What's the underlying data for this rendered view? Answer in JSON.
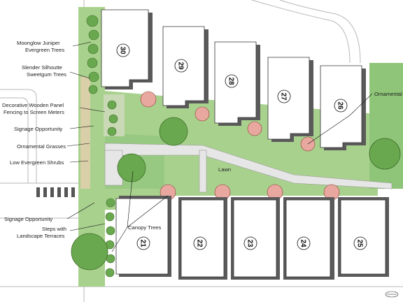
{
  "units": [
    {
      "id": "unit-30",
      "number": "30"
    },
    {
      "id": "unit-29",
      "number": "29"
    },
    {
      "id": "unit-28",
      "number": "28"
    },
    {
      "id": "unit-27",
      "number": "27"
    },
    {
      "id": "unit-26",
      "number": "26"
    },
    {
      "id": "unit-21",
      "number": "21"
    },
    {
      "id": "unit-22",
      "number": "22"
    },
    {
      "id": "unit-23",
      "number": "23"
    },
    {
      "id": "unit-24",
      "number": "24"
    },
    {
      "id": "unit-25",
      "number": "25"
    }
  ],
  "labels": {
    "moonglow_1": "Moonglow Juniper",
    "moonglow_2": "Evergreen Trees",
    "sweetgum_1": "Slender Silhoutte",
    "sweetgum_2": "Sweetgum Trees",
    "fence_1": "Decorative Wooden Panel",
    "fence_2": "Fencing to Screen Meters",
    "signage_top": "Signage Opportunity",
    "grasses": "Ornamental Grasses",
    "shrubs": "Low  Evergreen Shrubs",
    "signage_bottom": "Signage Opportunity",
    "steps_1": "Steps with",
    "steps_2": "Landscape Terraces",
    "canopy": "Canopy Trees",
    "ornamental_right": "Ornamental",
    "lawn": "Lawn"
  },
  "colors": {
    "lawn": "#a9d18e",
    "lawn_dark": "#7fb565",
    "tree": "#6aa84f",
    "tree_dark": "#4e8a3a",
    "flower_tree": "#e8a8a0",
    "building": "#ffffff",
    "building_shadow": "#5a5a5a",
    "path": "#e6e6e6",
    "street": "#f4f4f4",
    "planter": "#d9cfa8"
  }
}
